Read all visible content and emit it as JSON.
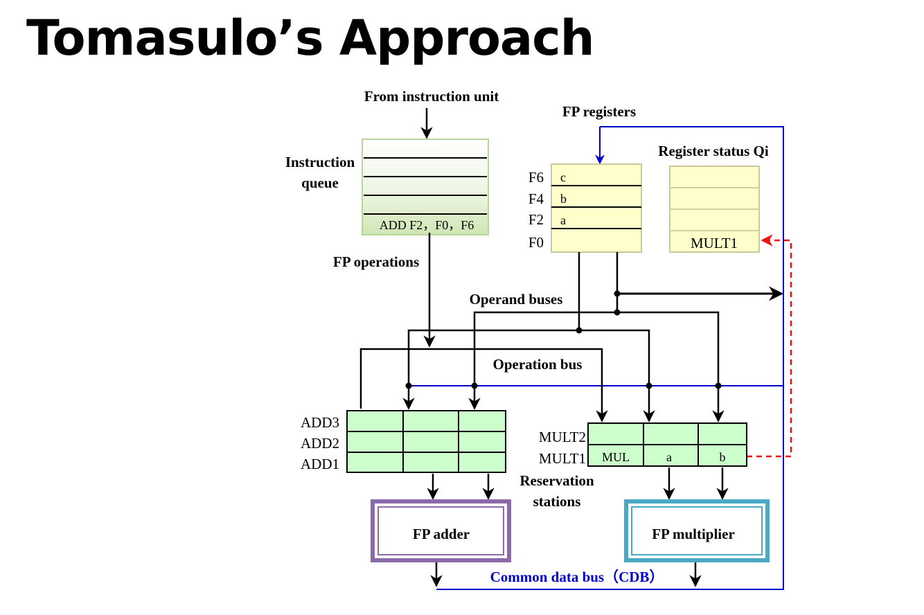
{
  "title": "Tomasulo’s Approach",
  "labels": {
    "from_instruction_unit": "From instruction unit",
    "instruction_queue_line1": "Instruction",
    "instruction_queue_line2": "queue",
    "fp_registers": "FP registers",
    "register_status": "Register status Qi",
    "fp_operations": "FP operations",
    "operand_buses": "Operand buses",
    "operation_bus": "Operation bus",
    "reservation_stations_line1": "Reservation",
    "reservation_stations_line2": "stations",
    "fp_adder": "FP adder",
    "fp_multiplier": "FP multiplier",
    "cdb": "Common data bus（CDB）"
  },
  "instruction_queue": {
    "entries": [
      "",
      "",
      "",
      "ADD F2，F0，F6"
    ]
  },
  "fp_registers": [
    {
      "name": "F6",
      "value": "c"
    },
    {
      "name": "F4",
      "value": "b"
    },
    {
      "name": "F2",
      "value": "a"
    },
    {
      "name": "F0",
      "value": ""
    }
  ],
  "register_status": [
    "",
    "",
    "",
    "MULT1"
  ],
  "add_stations": [
    {
      "name": "ADD3",
      "cells": [
        "",
        "",
        ""
      ]
    },
    {
      "name": "ADD2",
      "cells": [
        "",
        "",
        ""
      ]
    },
    {
      "name": "ADD1",
      "cells": [
        "",
        "",
        ""
      ]
    }
  ],
  "mult_stations": [
    {
      "name": "MULT2",
      "cells": [
        "",
        "",
        ""
      ]
    },
    {
      "name": "MULT1",
      "cells": [
        "MUL",
        "a",
        "b"
      ]
    }
  ],
  "colors": {
    "queue_fill": "#d8ecc0",
    "register_fill": "#ffffcc",
    "station_fill": "#ccffcc",
    "adder_border": "#8a6aa8",
    "multiplier_border": "#4aaac4",
    "cdb_line": "#0000cc",
    "tag_arrow": "#ee1111"
  }
}
